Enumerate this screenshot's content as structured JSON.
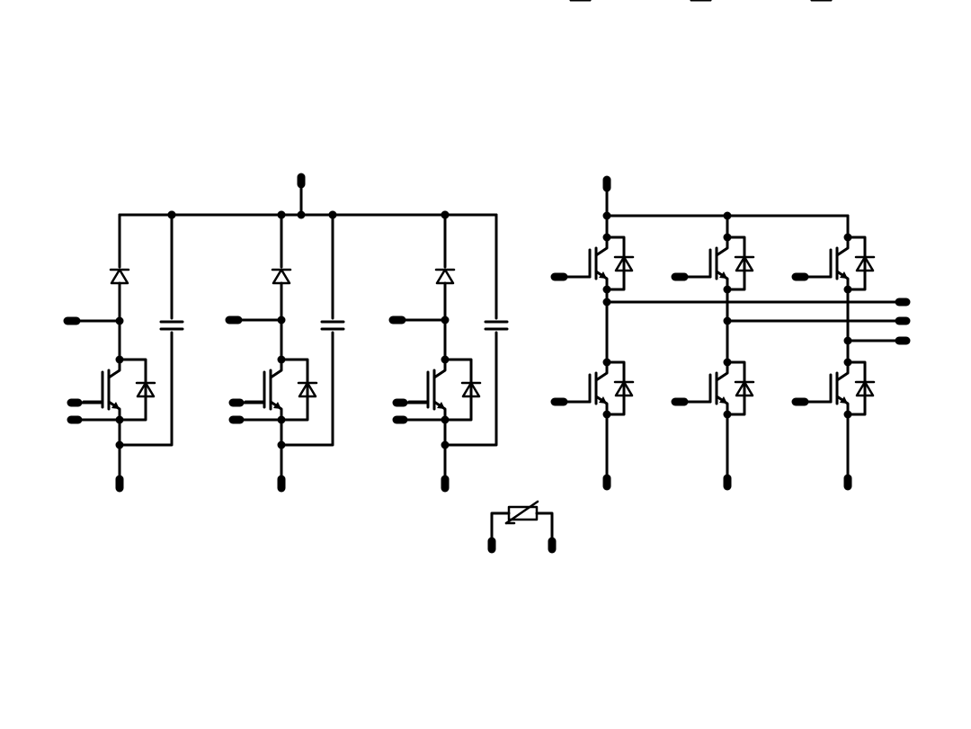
{
  "diagram": {
    "kind": "power-module-schematic",
    "colors": {
      "line": "#000000",
      "background": "#ffffff"
    },
    "sections": [
      {
        "id": "boost-stage",
        "legs": 3,
        "components_per_leg": [
          "diode",
          "igbt",
          "freewheel-diode",
          "capacitor"
        ]
      },
      {
        "id": "inverter-bridge",
        "phases": 3,
        "components_per_phase": [
          "high-side-igbt",
          "low-side-igbt",
          "antiparallel-diodes"
        ]
      },
      {
        "id": "temperature-sensor",
        "component": "ntc-thermistor"
      }
    ],
    "labels": []
  }
}
